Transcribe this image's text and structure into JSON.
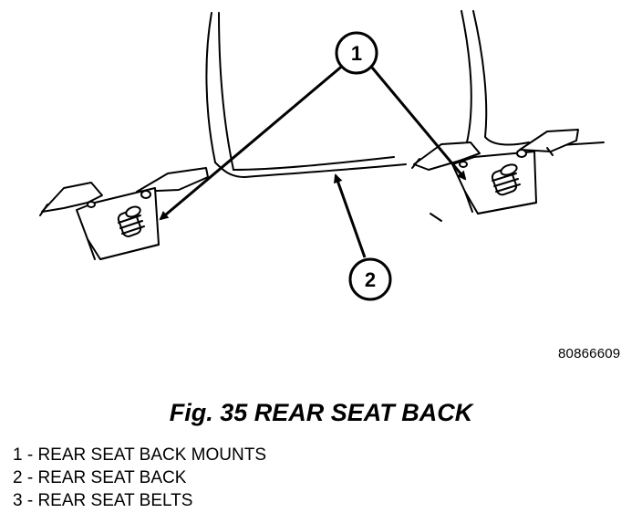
{
  "figure": {
    "callouts": [
      {
        "number": "1",
        "label_ref": "1"
      },
      {
        "number": "2",
        "label_ref": "2"
      }
    ],
    "image_id": "80866609"
  },
  "caption": "Fig. 35 REAR SEAT BACK",
  "legend": [
    "1 - REAR SEAT BACK MOUNTS",
    "2 - REAR SEAT BACK",
    "3 - REAR SEAT BELTS"
  ]
}
